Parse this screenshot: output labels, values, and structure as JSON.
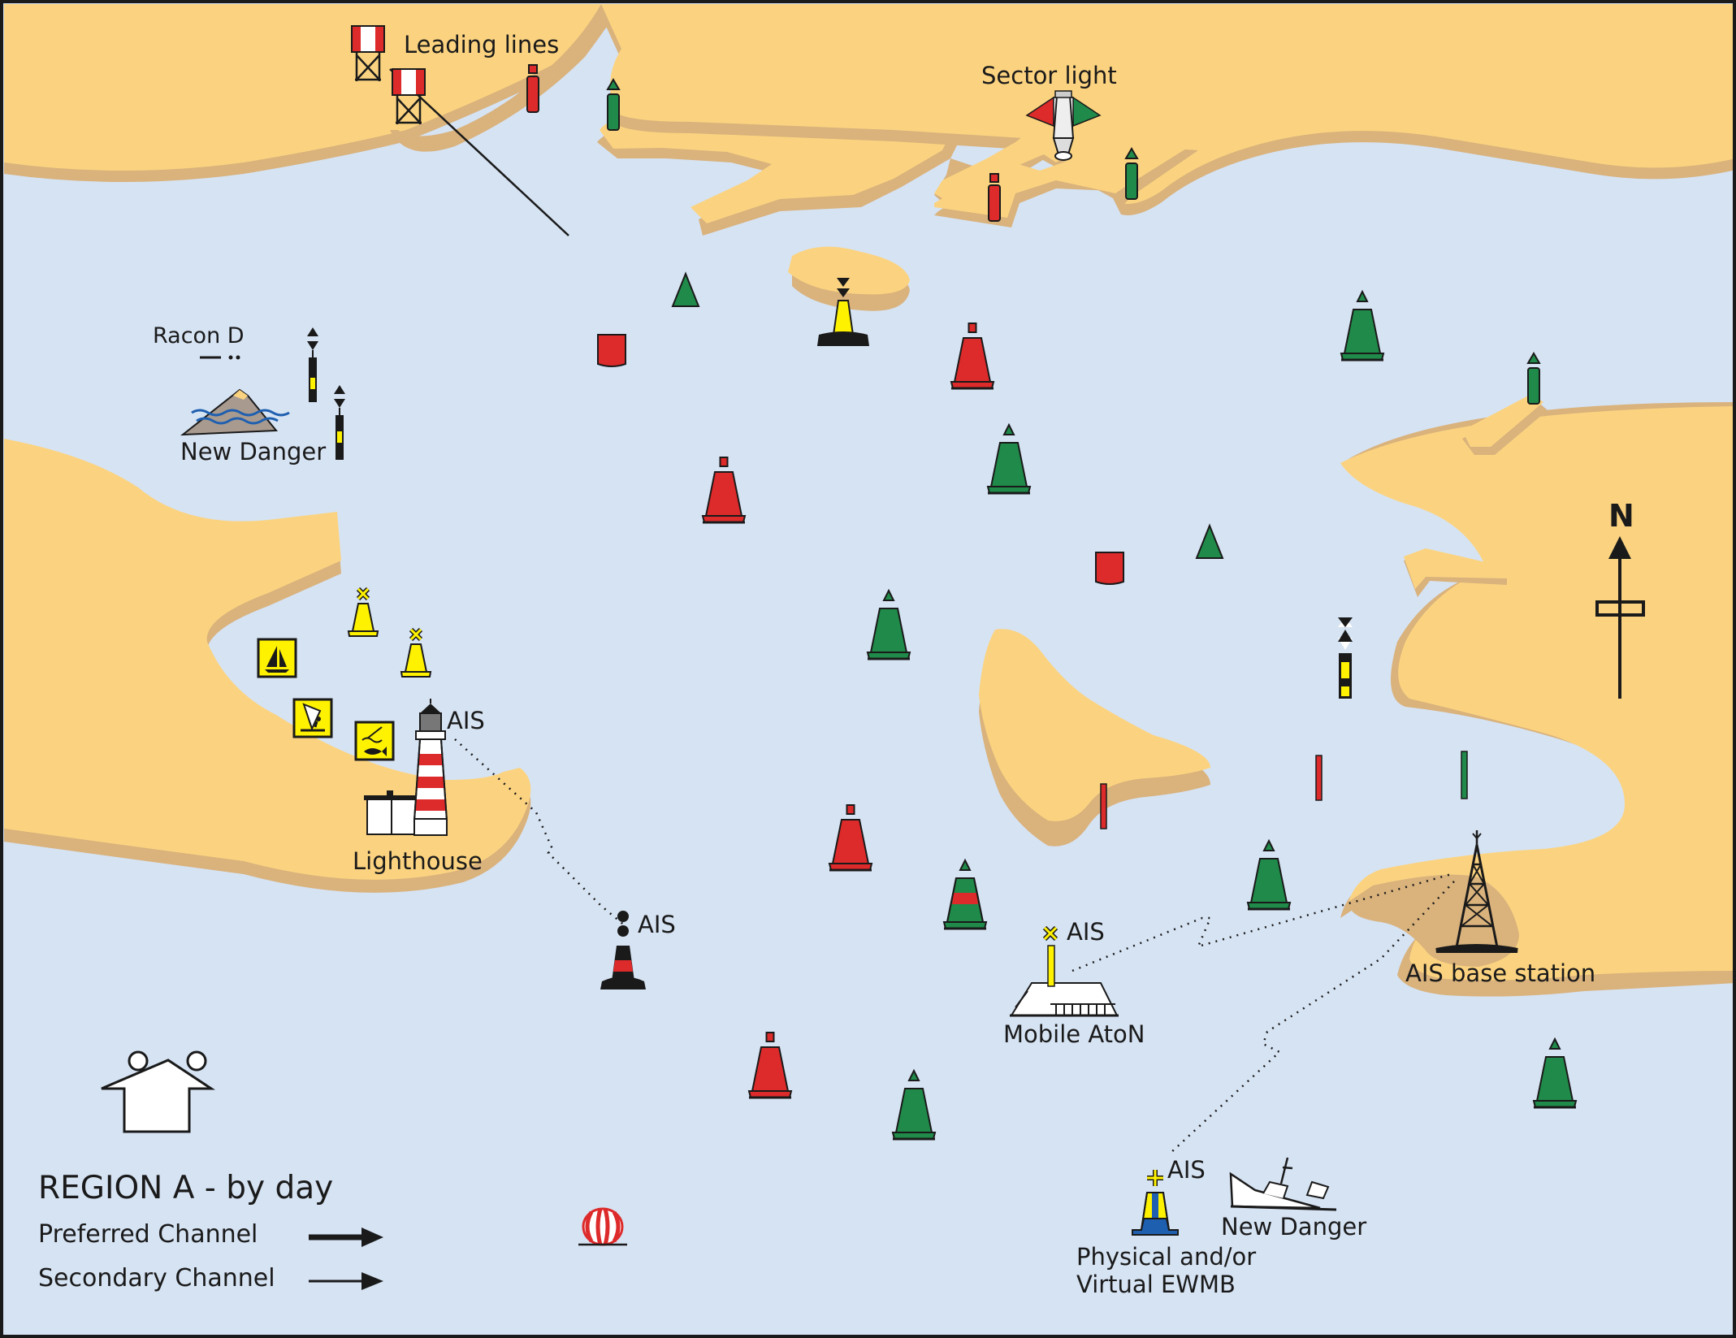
{
  "labels": {
    "leading_lines": "Leading lines",
    "sector_light": "Sector light",
    "racon": "Racon D",
    "new_danger_top": "New Danger",
    "lighthouse": "Lighthouse",
    "ais_lighthouse": "AIS",
    "ais_buoy": "AIS",
    "ais_mobile": "AIS",
    "mobile_aton": "Mobile AtoN",
    "ais_base_station": "AIS  base station",
    "ais_ewmb": "AIS",
    "ewmb_line1": "Physical and/or",
    "ewmb_line2": "Virtual EWMB",
    "new_danger_bottom": "New Danger",
    "north": "N"
  },
  "legend": {
    "title": "REGION A - by day",
    "preferred": "Preferred Channel",
    "secondary": "Secondary Channel"
  },
  "colors": {
    "sea": "#d6e3f3",
    "land": "#fbd380",
    "land_shadow": "#d9b27c",
    "port_red": "#dd2a2a",
    "starboard_green": "#1f8a49",
    "special_yellow": "#fff200",
    "outline": "#1a1a1a",
    "ewmb_blue": "#1f5fb0"
  },
  "icons": {
    "leading_lines": "leading-line-marks-icon",
    "sector_light": "sector-light-icon",
    "lighthouse": "lighthouse-icon",
    "base_station": "ais-base-station-icon",
    "wreck": "wreck-icon",
    "rock": "new-danger-rock-icon",
    "north_arrow": "north-arrow-icon",
    "buoyage_direction": "direction-of-buoyage-icon",
    "mooring_buoy": "mooring-buoy-icon",
    "mobile_aton": "mobile-aton-vessel-icon"
  }
}
